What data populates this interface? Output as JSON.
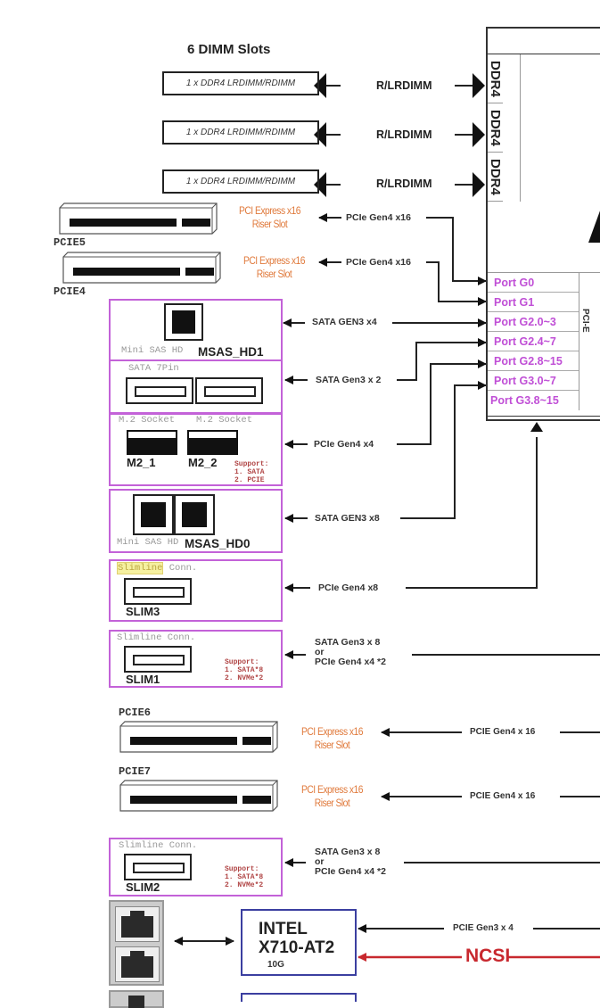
{
  "dimm": {
    "title": "6 DIMM Slots",
    "slots": [
      {
        "label": "1 x DDR4 LRDIMM/RDIMM",
        "link": "R/LRDIMM",
        "cpu_label": "DDR4"
      },
      {
        "label": "1 x DDR4 LRDIMM/RDIMM",
        "link": "R/LRDIMM",
        "cpu_label": "DDR4"
      },
      {
        "label": "1 x DDR4 LRDIMM/RDIMM",
        "link": "R/LRDIMM",
        "cpu_label": "DDR4"
      }
    ]
  },
  "cpu": {
    "pcie_label": "PCI-E",
    "ports": [
      "Port G0",
      "Port G1",
      "Port G2.0~3",
      "Port G2.4~7",
      "Port G2.8~15",
      "Port G3.0~7",
      "Port G3.8~15"
    ]
  },
  "pcie_slots": [
    {
      "name": "PCIE5",
      "desc_line1": "PCI Express x16",
      "desc_line2": "Riser Slot",
      "link": "PCIe Gen4 x16"
    },
    {
      "name": "PCIE4",
      "desc_line1": "PCI Express x16",
      "desc_line2": "Riser Slot",
      "link": "PCIe Gen4 x16"
    },
    {
      "name": "PCIE6",
      "desc_line1": "PCI Express x16",
      "desc_line2": "Riser Slot",
      "link": "PCIE Gen4 x 16"
    },
    {
      "name": "PCIE7",
      "desc_line1": "PCI Express x16",
      "desc_line2": "Riser Slot",
      "link": "PCIE Gen4 x 16"
    }
  ],
  "storage": {
    "msas_hd1": {
      "type": "Mini SAS HD",
      "name": "MSAS_HD1",
      "link": "SATA GEN3 x4"
    },
    "sata": {
      "type": "SATA 7Pin",
      "link": "SATA Gen3 x 2"
    },
    "m2": {
      "socket_label": "M.2 Socket",
      "names": [
        "M2_1",
        "M2_2"
      ],
      "support": "Support:\n1. SATA\n2. PCIE",
      "link": "PCIe Gen4 x4"
    },
    "msas_hd0": {
      "type": "Mini SAS HD",
      "name": "MSAS_HD0",
      "link": "SATA GEN3 x8"
    },
    "slim3": {
      "type_highlight": "Slimline",
      "type_rest": " Conn.",
      "name": "SLIM3",
      "link": "PCIe Gen4 x8"
    },
    "slim1": {
      "type": "Slimline Conn.",
      "name": "SLIM1",
      "support": "Support:\n1. SATA*8\n2. NVMe*2",
      "link_line1": "SATA Gen3 x 8",
      "link_line2": "or",
      "link_line3": "PCIe Gen4 x4 *2"
    },
    "slim2": {
      "type": "Slimline Conn.",
      "name": "SLIM2",
      "support": "Support:\n1. SATA*8\n2. NVMe*2",
      "link_line1": "SATA Gen3 x 8",
      "link_line2": "or",
      "link_line3": "PCIe Gen4 x4 *2"
    }
  },
  "nic": {
    "line1": "INTEL",
    "line2": "X710-AT2",
    "speed": "10G",
    "link": "PCIE Gen3 x 4",
    "ncsi": "NCSI"
  }
}
